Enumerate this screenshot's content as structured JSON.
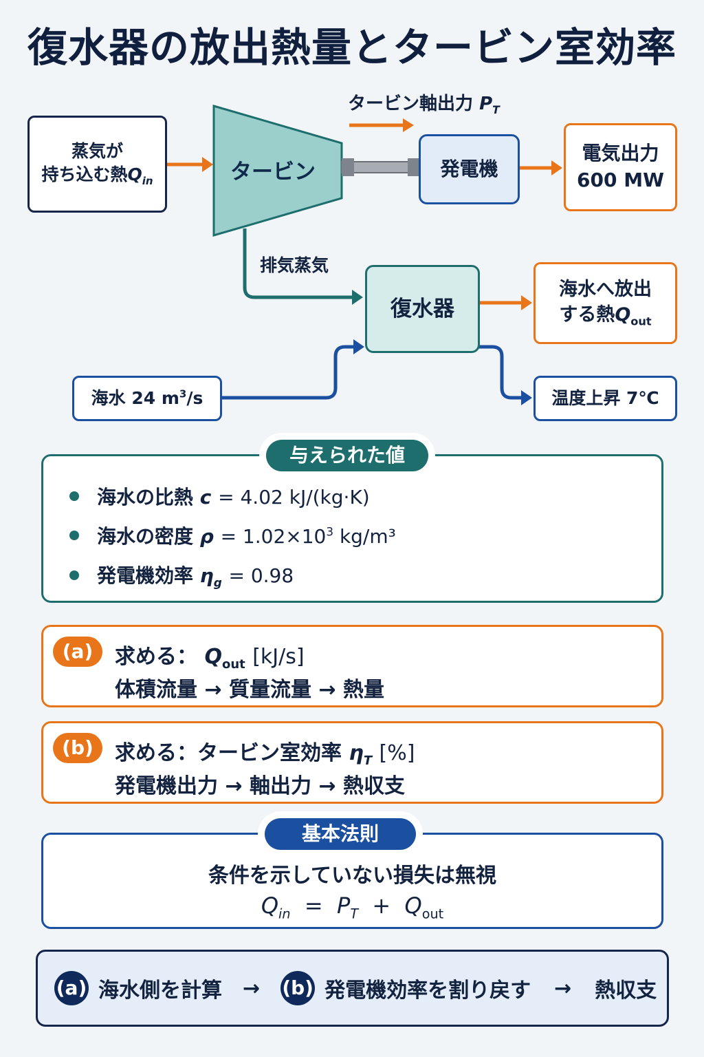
{
  "title": "復水器の放出熱量とタービン室効率",
  "diagram": {
    "heat_in_line1": "蒸気が",
    "heat_in_line2": "持ち込む熱",
    "heat_in_symbol": "Q",
    "heat_in_sub": "in",
    "turbine": "タービン",
    "shaft_output_label": "タービン軸出力",
    "shaft_output_symbol": "P",
    "shaft_output_sub": "T",
    "generator": "発電機",
    "elec_line1": "電気出力",
    "elec_line2": "600 MW",
    "exhaust_label": "排気蒸気",
    "condenser": "復水器",
    "release_line1": "海水へ放出",
    "release_line2": "する熱",
    "release_symbol": "Q",
    "release_sub": "out",
    "seawater_text": "海水 24 m",
    "seawater_sup": "3",
    "seawater_unit": "/s",
    "temp_rise": "温度上昇 7℃"
  },
  "given": {
    "title": "与えられた値",
    "items": [
      {
        "label": "海水の比熱",
        "symbol": "c",
        "sub": "",
        "value": "= 4.02 kJ/(kg·K)",
        "sup": "",
        "tail": ""
      },
      {
        "label": "海水の密度",
        "symbol": "ρ",
        "sub": "",
        "value": "= 1.02×10",
        "sup": "3",
        "tail": " kg/m³"
      },
      {
        "label": "発電機効率",
        "symbol": "η",
        "sub": "g",
        "value": "= 0.98",
        "sup": "",
        "tail": ""
      }
    ]
  },
  "question_a": {
    "tag": "(a)",
    "prefix": "求める：",
    "symbol": "Q",
    "sub": "out",
    "unit": "[kJ/s]",
    "steps": "体積流量 → 質量流量 → 熱量"
  },
  "question_b": {
    "tag": "(b)",
    "prefix": "求める：タービン室効率",
    "symbol": "η",
    "sub": "T",
    "unit": "[%]",
    "steps": "発電機出力 → 軸出力 → 熱収支"
  },
  "law": {
    "title": "基本法則",
    "line1": "条件を示していない損失は無視",
    "q": "Q",
    "q_sub": "in",
    "eq": "=",
    "p": "P",
    "p_sub": "T",
    "plus": "+",
    "q2": "Q",
    "q2_sub": "out"
  },
  "summary": {
    "a_tag": "(a)",
    "a_text": "海水側を計算",
    "arrow1": "→",
    "b_tag": "(b)",
    "b_text": "発電機効率を割り戻す",
    "arrow2": "→",
    "end": "熱収支"
  },
  "colors": {
    "navy": "#16254a",
    "orange": "#e8751a",
    "teal": "#1d6e6d",
    "blue": "#1b4fa0"
  }
}
